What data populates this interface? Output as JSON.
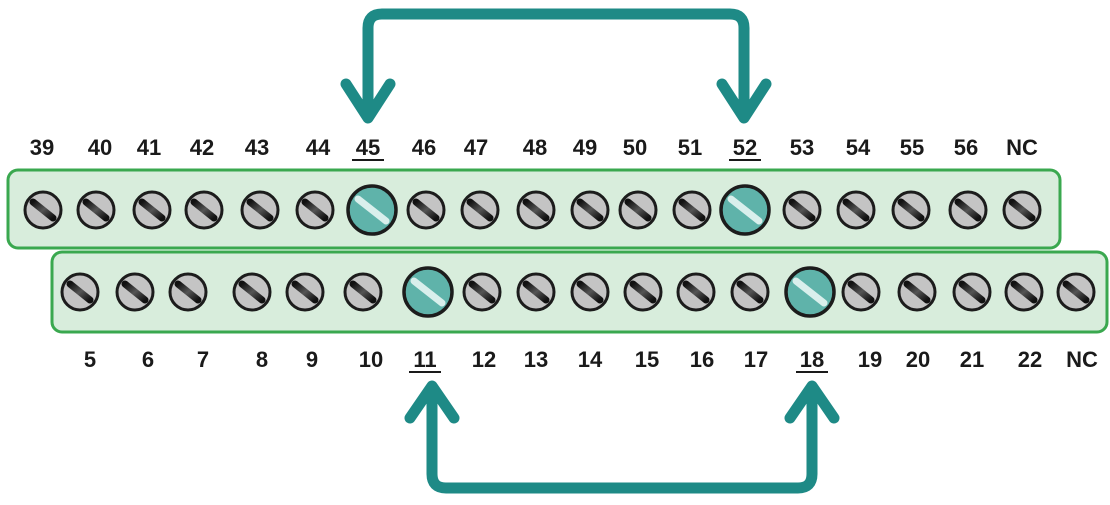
{
  "top_row": {
    "labels": [
      "39",
      "40",
      "41",
      "42",
      "43",
      "44",
      "45",
      "46",
      "47",
      "48",
      "49",
      "50",
      "51",
      "52",
      "53",
      "54",
      "55",
      "56",
      "NC"
    ],
    "highlighted": [
      "45",
      "52"
    ]
  },
  "bottom_row": {
    "labels": [
      "5",
      "6",
      "7",
      "8",
      "9",
      "10",
      "11",
      "12",
      "13",
      "14",
      "15",
      "16",
      "17",
      "18",
      "19",
      "20",
      "21",
      "22",
      "NC"
    ],
    "highlighted": [
      "11",
      "18"
    ]
  },
  "connections": [
    {
      "from": "45",
      "to": "52"
    },
    {
      "from": "11",
      "to": "18"
    }
  ],
  "colors": {
    "panel_fill": "#d8eddc",
    "panel_border": "#3aa84f",
    "highlight": "#5fb3aa",
    "arrow": "#1e8a86",
    "screw_gray": "#c4c4c4",
    "screw_outline": "#1c1c1c"
  }
}
